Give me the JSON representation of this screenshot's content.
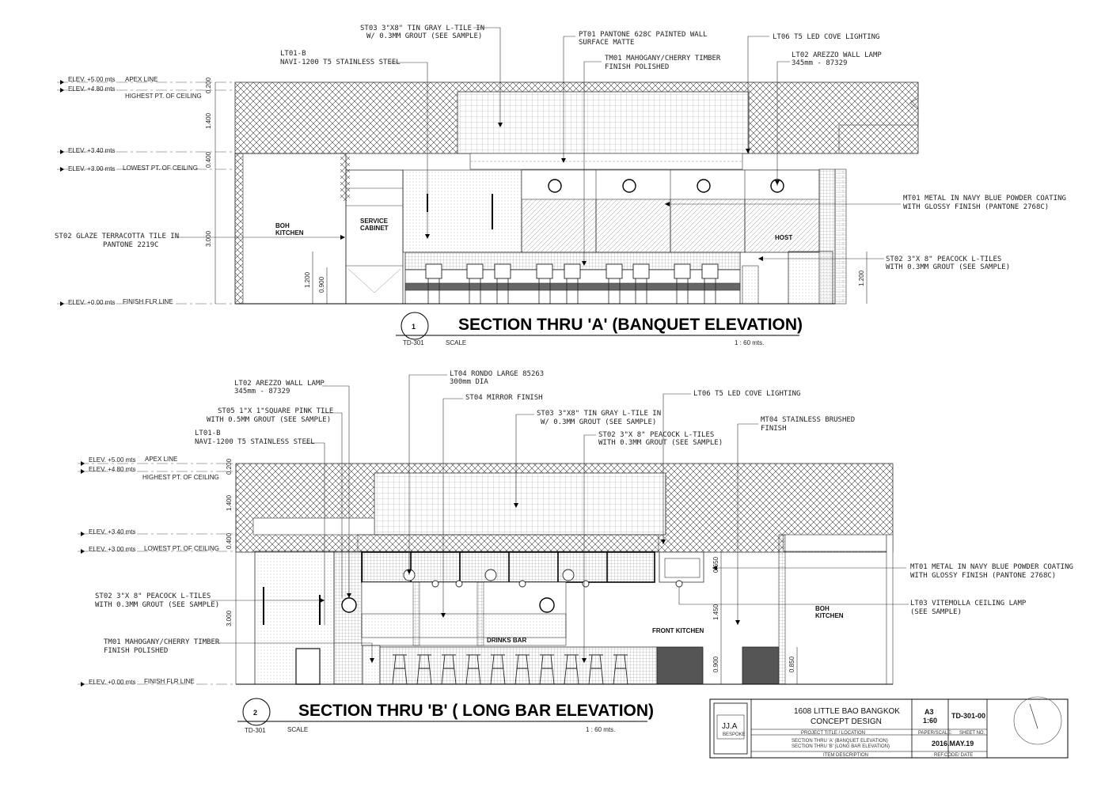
{
  "section_a": {
    "number": "1",
    "sheet_ref": "TD-301",
    "title": "SECTION THRU 'A' (BANQUET ELEVATION)",
    "scale_label": "SCALE",
    "scale_value": "1 : 60 mts.",
    "levels": [
      {
        "elev": "ELEV. +5.00 mts",
        "desc": "APEX LINE"
      },
      {
        "elev": "ELEV. +4.80 mts",
        "desc": "HIGHEST PT. OF CEILING"
      },
      {
        "elev": "ELEV. +3.40 mts",
        "desc": ""
      },
      {
        "elev": "ELEV. +3.00 mts",
        "desc": "LOWEST PT. OF CEILING"
      },
      {
        "elev": "ELEV. +0.00 mts",
        "desc": "FINISH FLR LINE"
      }
    ],
    "dims": [
      "0.200",
      "1.400",
      "0.400",
      "3.000",
      "1.200",
      "0.900",
      "1.200"
    ],
    "rooms": [
      "BOH",
      "KITCHEN",
      "SERVICE",
      "CABINET",
      "HOST"
    ],
    "notes": [
      {
        "l1": "ST03 3\"X8\" TIN GRAY L-TILE IN",
        "l2": "W/ 0.3MM GROUT (SEE SAMPLE)"
      },
      {
        "l1": "PT01 PANTONE 628C PAINTED WALL",
        "l2": "SURFACE MATTE"
      },
      {
        "l1": "LT06 T5 LED COVE LIGHTING",
        "l2": ""
      },
      {
        "l1": "LT01-B",
        "l2": "NAVI-1200 T5 STAINLESS STEEL"
      },
      {
        "l1": "TM01 MAHOGANY/CHERRY TIMBER",
        "l2": "FINISH POLISHED"
      },
      {
        "l1": "LT02 AREZZO WALL LAMP",
        "l2": "345mm - 87329"
      },
      {
        "l1": "MT01 METAL IN NAVY BLUE POWDER COATING",
        "l2": "WITH GLOSSY FINISH (PANTONE 2768C)"
      },
      {
        "l1": "ST02 GLAZE TERRACOTTA TILE IN",
        "l2": "PANTONE 2219C"
      },
      {
        "l1": "ST02 3\"X 8\" PEACOCK L-TILES",
        "l2": "WITH 0.3MM GROUT (SEE SAMPLE)"
      }
    ]
  },
  "section_b": {
    "number": "2",
    "sheet_ref": "TD-301",
    "title": "SECTION THRU 'B' ( LONG BAR ELEVATION)",
    "scale_label": "SCALE",
    "scale_value": "1 : 60 mts.",
    "levels": [
      {
        "elev": "ELEV. +5.00 mts",
        "desc": "APEX LINE"
      },
      {
        "elev": "ELEV. +4.80 mts",
        "desc": "HIGHEST PT. OF CEILING"
      },
      {
        "elev": "ELEV. +3.40 mts",
        "desc": ""
      },
      {
        "elev": "ELEV. +3.00 mts",
        "desc": "LOWEST PT. OF CEILING"
      },
      {
        "elev": "ELEV. +0.00 mts",
        "desc": "FINISH FLR LINE"
      }
    ],
    "dims": [
      "0.200",
      "1.400",
      "0.400",
      "3.000",
      "0.650",
      "1.450",
      "0.900",
      "0.850"
    ],
    "rooms": [
      "DRINKS BAR",
      "FRONT KITCHEN",
      "BOH",
      "KITCHEN"
    ],
    "notes": [
      {
        "l1": "LT04 RONDO LARGE 85263",
        "l2": "300mm DIA"
      },
      {
        "l1": "LT02 AREZZO WALL LAMP",
        "l2": "345mm - 87329"
      },
      {
        "l1": "ST04 MIRROR FINISH",
        "l2": ""
      },
      {
        "l1": "LT06 T5 LED COVE LIGHTING",
        "l2": ""
      },
      {
        "l1": "ST05 1\"X 1\"SQUARE PINK TILE",
        "l2": "WITH 0.5MM GROUT (SEE SAMPLE)"
      },
      {
        "l1": "ST03 3\"X8\" TIN GRAY L-TILE IN",
        "l2": "W/ 0.3MM GROUT (SEE SAMPLE)"
      },
      {
        "l1": "MT04 STAINLESS BRUSHED",
        "l2": "FINISH"
      },
      {
        "l1": "LT01-B",
        "l2": "NAVI-1200 T5 STAINLESS STEEL"
      },
      {
        "l1": "ST02 3\"X 8\" PEACOCK L-TILES",
        "l2": "WITH 0.3MM GROUT (SEE SAMPLE)"
      },
      {
        "l1": "MT01 METAL IN NAVY BLUE POWDER COATING",
        "l2": "WITH GLOSSY FINISH (PANTONE 2768C)"
      },
      {
        "l1": "ST02 3\"X 8\" PEACOCK L-TILES",
        "l2": "WITH 0.3MM GROUT (SEE SAMPLE)"
      },
      {
        "l1": "LT03 VITEMOLLA CEILING LAMP",
        "l2": "(SEE SAMPLE)"
      },
      {
        "l1": "TM01 MAHOGANY/CHERRY TIMBER",
        "l2": "FINISH POLISHED"
      }
    ]
  },
  "title_block": {
    "logo": "JJ.A",
    "logo_sub": "BESPOKE",
    "project_line1": "1608 LITTLE BAO BANGKOK",
    "project_line2": "CONCEPT DESIGN",
    "project_caption": "PROJECT TITLE / LOCATION",
    "paper": "A3",
    "scale": "1:60",
    "paper_caption": "PAPER/SCALE:",
    "sheet_no": "TD-301-00",
    "sheet_caption": "SHEET NO.",
    "desc_line1": "SECTION THRU 'A' (BANQUET ELEVATION)",
    "desc_line2": "SECTION THRU 'B' (LONG BAR ELEVATION)",
    "desc_caption": "ITEM DESCRIPTION",
    "date": "2016.MAY.19",
    "date_caption": "REF.CODE/ DATE"
  }
}
